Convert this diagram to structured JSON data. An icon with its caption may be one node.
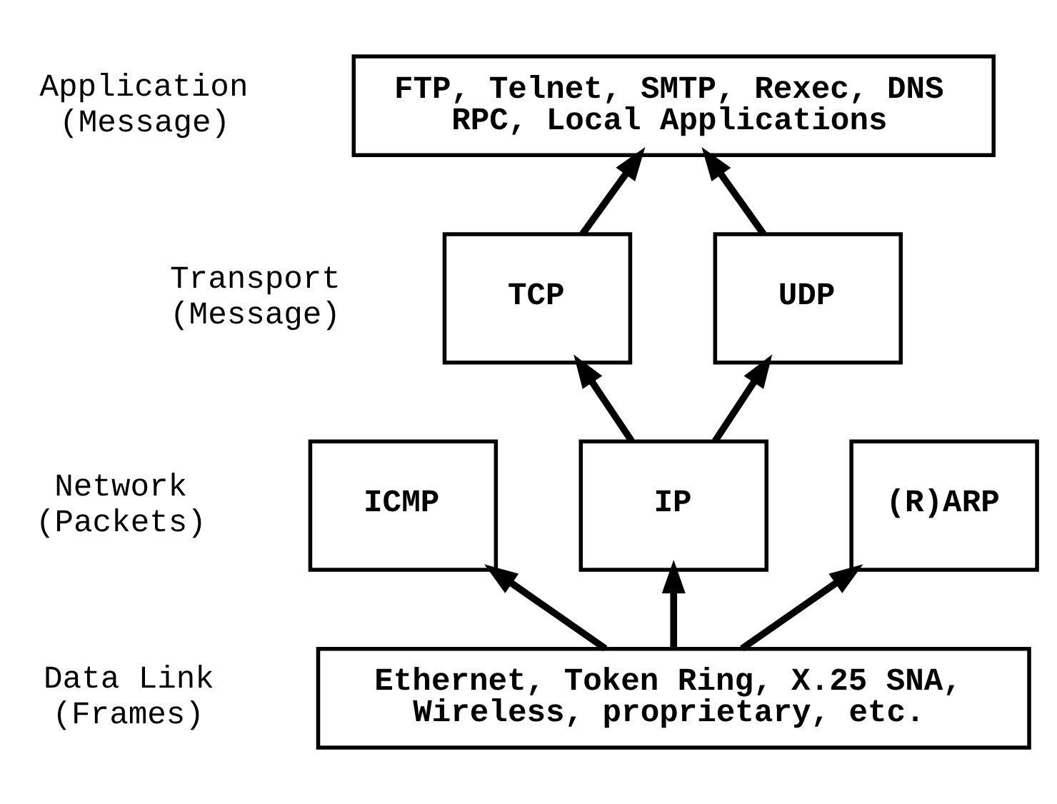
{
  "diagram": {
    "nodes": [
      {
        "text": [
          "FTP, Telnet, SMTP, Rexec, DNS RPC, Local Applications"
        ]
      },
      {
        "text": [
          "TCP"
        ]
      },
      {
        "text": [
          "UDP"
        ]
      },
      {
        "text": [
          "ICMP"
        ]
      },
      {
        "text": [
          "IP"
        ]
      },
      {
        "text": [
          "(R)ARP"
        ]
      },
      {
        "text": [
          "Ethernet, Token Ring, X.25 SNA, Wireless, proprietary, etc."
        ]
      }
    ],
    "edges": [
      {
        "from": 1,
        "to": 0,
        "arrow": "to"
      },
      {
        "from": 2,
        "to": 0,
        "arrow": "to"
      },
      {
        "from": 4,
        "to": 1,
        "arrow": "to"
      },
      {
        "from": 4,
        "to": 2,
        "arrow": "to"
      },
      {
        "from": 6,
        "to": 3,
        "arrow": "to"
      },
      {
        "from": 6,
        "to": 4,
        "arrow": "to"
      },
      {
        "from": 6,
        "to": 5,
        "arrow": "to"
      }
    ],
    "labels": [
      "Application (Message)",
      "Transport (Message)",
      "Network (Packets)",
      "Data Link (Frames)"
    ]
  }
}
